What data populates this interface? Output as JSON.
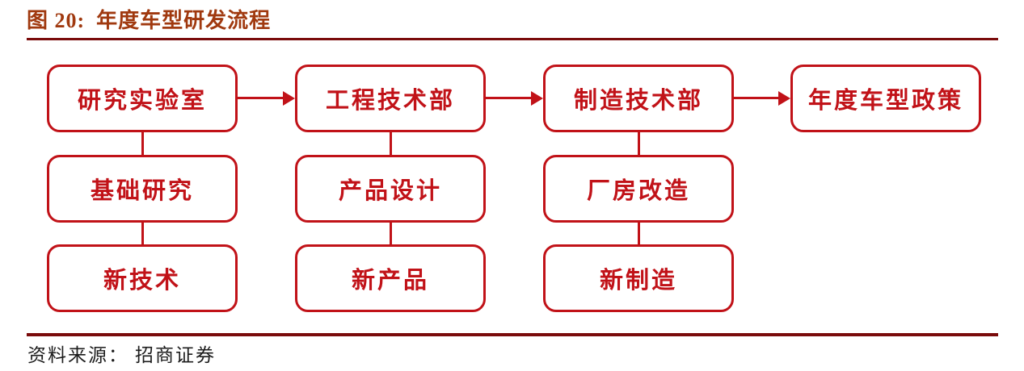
{
  "title": {
    "figure_label": "图 20:",
    "text": "年度车型研发流程"
  },
  "flowchart": {
    "columns": [
      {
        "boxes": [
          "研究实验室",
          "基础研究",
          "新技术"
        ]
      },
      {
        "boxes": [
          "工程技术部",
          "产品设计",
          "新产品"
        ]
      },
      {
        "boxes": [
          "制造技术部",
          "厂房改造",
          "新制造"
        ]
      },
      {
        "boxes": [
          "年度车型政策"
        ]
      }
    ],
    "flow_direction": "left-to-right"
  },
  "footer": {
    "source_label": "资料来源：",
    "source_text": "招商证券"
  },
  "colors": {
    "box_red": "#C11218",
    "rule_maroon": "#7A0B0B",
    "title_red": "#A0390F",
    "footer_ink": "#1C1C1C",
    "page_bg": "#FFFFFF"
  }
}
